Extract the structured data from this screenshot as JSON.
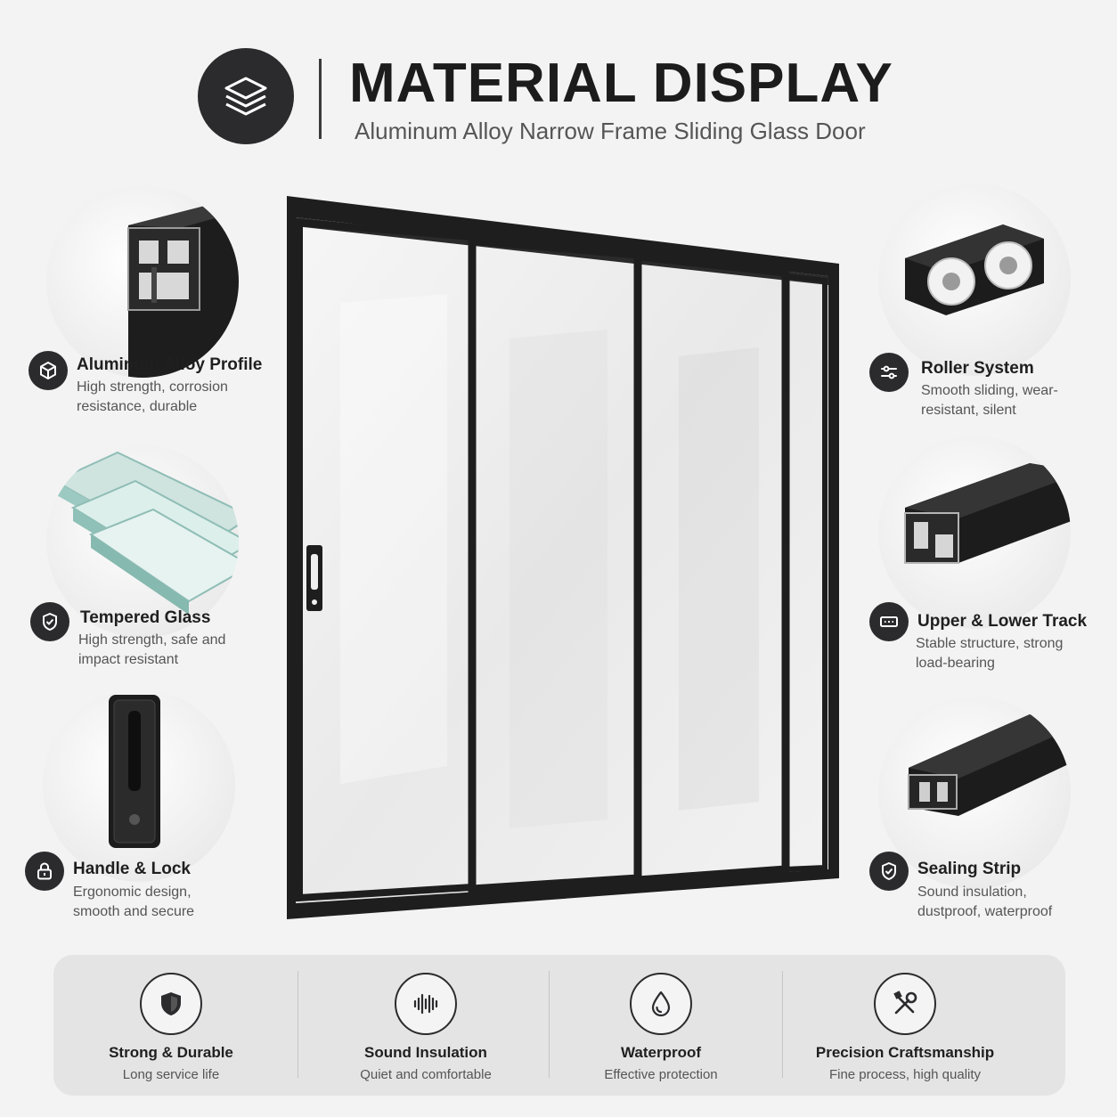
{
  "header": {
    "icon": "layers-icon",
    "title": "MATERIAL DISPLAY",
    "subtitle": "Aluminum Alloy Narrow Frame Sliding Glass Door"
  },
  "features_left": [
    {
      "icon": "cube-icon",
      "title": "Aluminum Alloy Profile",
      "desc": "High strength, corrosion resistance, durable"
    },
    {
      "icon": "shield-check-icon",
      "title": "Tempered Glass",
      "desc": "High strength, safe and impact resistant"
    },
    {
      "icon": "lock-icon",
      "title": "Handle & Lock",
      "desc": "Ergonomic design, smooth and secure"
    }
  ],
  "features_right": [
    {
      "icon": "sliders-icon",
      "title": "Roller System",
      "desc": "Smooth sliding, wear-resistant, silent"
    },
    {
      "icon": "track-icon",
      "title": "Upper & Lower Track",
      "desc": "Stable structure, strong load-bearing"
    },
    {
      "icon": "shield-check-icon",
      "title": "Sealing Strip",
      "desc": "Sound insulation, dustproof, waterproof"
    }
  ],
  "benefits": [
    {
      "icon": "shield-icon",
      "title": "Strong & Durable",
      "desc": "Long service life"
    },
    {
      "icon": "sound-wave-icon",
      "title": "Sound Insulation",
      "desc": "Quiet and comfortable"
    },
    {
      "icon": "water-drop-icon",
      "title": "Waterproof",
      "desc": "Effective protection"
    },
    {
      "icon": "tools-icon",
      "title": "Precision Craftsmanship",
      "desc": "Fine process, high quality"
    }
  ],
  "colors": {
    "accent": "#2b2b2e",
    "background": "#f3f3f3",
    "frame": "#1e1e1e"
  }
}
